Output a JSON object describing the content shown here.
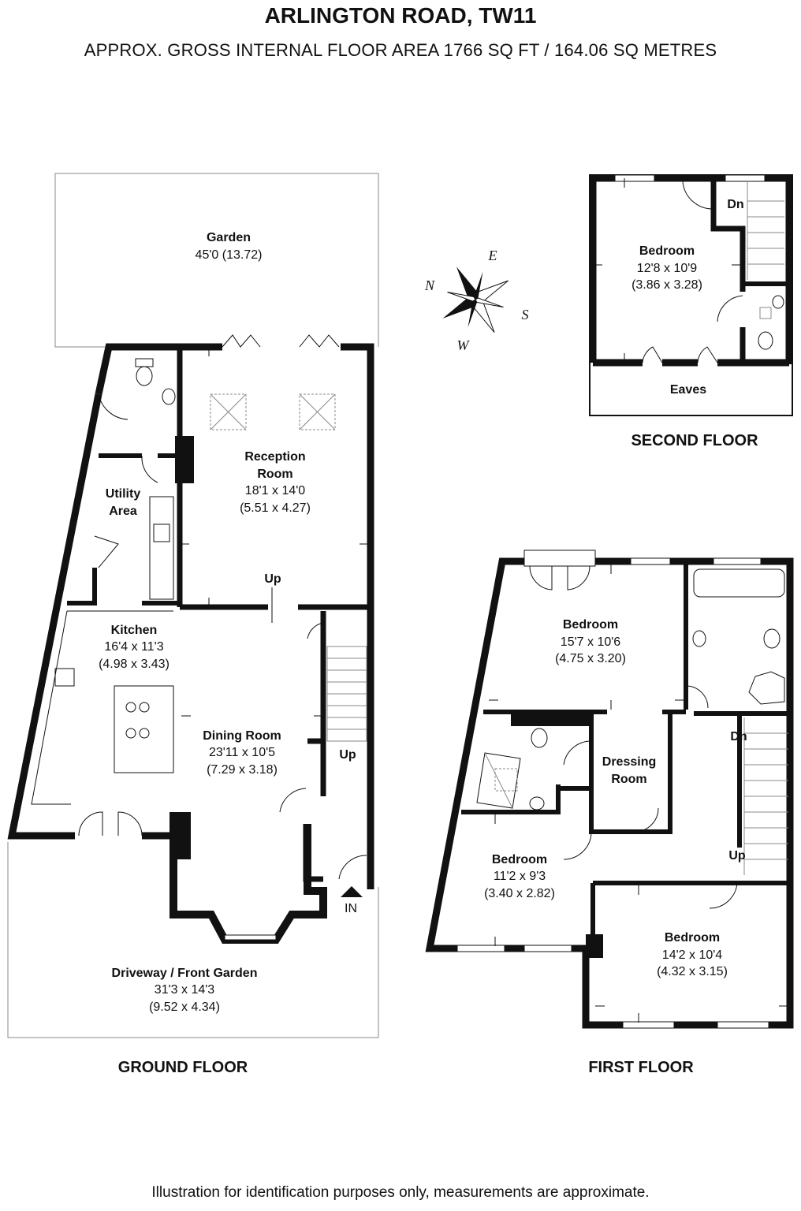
{
  "header": {
    "title": "ARLINGTON ROAD, TW11",
    "subtitle": "APPROX. GROSS INTERNAL FLOOR AREA 1766 SQ FT / 164.06 SQ METRES"
  },
  "footer": {
    "disclaimer": "Illustration for identification purposes only, measurements are approximate."
  },
  "compass": {
    "n": "N",
    "e": "E",
    "s": "S",
    "w": "W"
  },
  "floors": {
    "ground": "GROUND FLOOR",
    "first": "FIRST FLOOR",
    "second": "SECOND FLOOR"
  },
  "rooms": {
    "garden": {
      "name": "Garden",
      "dims": "45'0 (13.72)"
    },
    "reception": {
      "name1": "Reception",
      "name2": "Room",
      "dims1": "18'1 x 14'0",
      "dims2": "(5.51 x 4.27)"
    },
    "utility": {
      "name1": "Utility",
      "name2": "Area"
    },
    "kitchen": {
      "name": "Kitchen",
      "dims1": "16'4 x 11'3",
      "dims2": "(4.98 x 3.43)"
    },
    "dining": {
      "name": "Dining Room",
      "dims1": "23'11 x 10'5",
      "dims2": "(7.29 x 3.18)"
    },
    "driveway": {
      "name": "Driveway / Front Garden",
      "dims1": "31'3 x 14'3",
      "dims2": "(9.52 x 4.34)"
    },
    "bedroom_top": {
      "name": "Bedroom",
      "dims1": "12'8 x 10'9",
      "dims2": "(3.86 x 3.28)"
    },
    "eaves": {
      "name": "Eaves"
    },
    "bedroom_1": {
      "name": "Bedroom",
      "dims1": "15'7 x 10'6",
      "dims2": "(4.75 x 3.20)"
    },
    "dressing": {
      "name1": "Dressing",
      "name2": "Room"
    },
    "bedroom_2": {
      "name": "Bedroom",
      "dims1": "11'2 x 9'3",
      "dims2": "(3.40 x 2.82)"
    },
    "bedroom_3": {
      "name": "Bedroom",
      "dims1": "14'2 x 10'4",
      "dims2": "(4.32 x 3.15)"
    }
  },
  "stair_labels": {
    "ground_up_top": "Up",
    "ground_up_side": "Up",
    "first_dn": "Dn",
    "first_up": "Up",
    "second_dn": "Dn",
    "entrance": "IN"
  }
}
